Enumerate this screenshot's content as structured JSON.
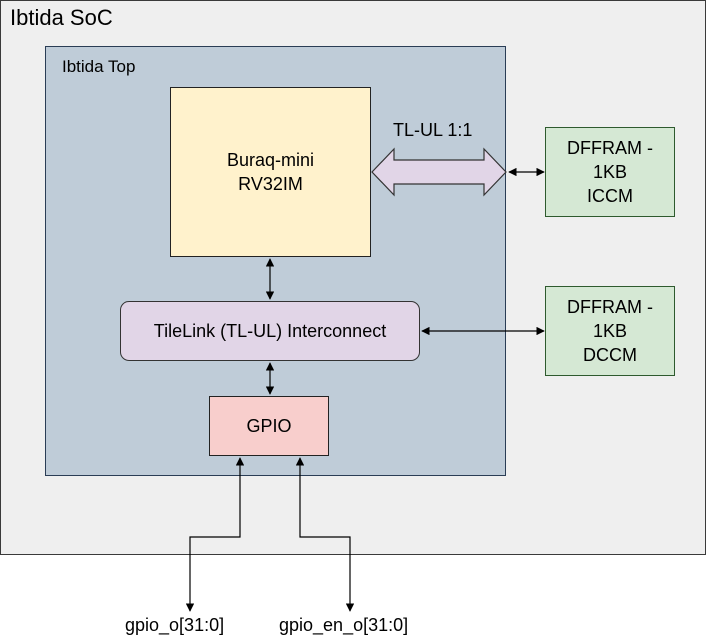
{
  "soc_title": "Ibtida SoC",
  "top_title": "Ibtida Top",
  "core": {
    "line1": "Buraq-mini",
    "line2": "RV32IM"
  },
  "interconnect": {
    "label": "TileLink (TL-UL) Interconnect"
  },
  "gpio": {
    "label": "GPIO"
  },
  "bus_label": "TL-UL 1:1",
  "iccm": {
    "line1": "DFFRAM -",
    "line2": "1KB",
    "line3": "ICCM"
  },
  "dccm": {
    "line1": "DFFRAM -",
    "line2": "1KB",
    "line3": "DCCM"
  },
  "pins": {
    "gpio_o": "gpio_o[31:0]",
    "gpio_en_o": "gpio_en_o[31:0]"
  },
  "colors": {
    "soc_fill": "#efefef",
    "top_fill": "#bfccd8",
    "core_fill": "#fff2cc",
    "interconnect_fill": "#e1d5e7",
    "gpio_fill": "#f8cecc",
    "memory_fill": "#d5e8d4"
  }
}
